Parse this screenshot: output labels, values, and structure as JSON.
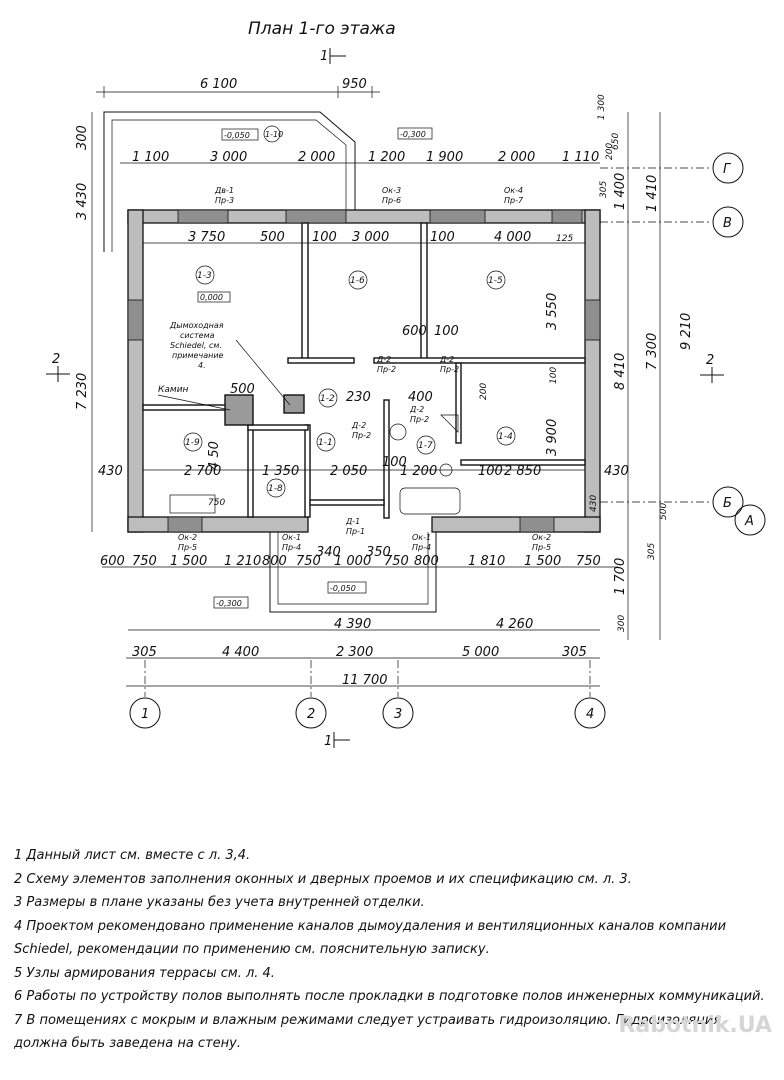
{
  "title": "План 1-го этажа",
  "section_mark": "1",
  "axes": {
    "letters": [
      "Г",
      "В",
      "Б",
      "А"
    ],
    "numbers": [
      "1",
      "2",
      "3",
      "4"
    ],
    "side_mark": "2"
  },
  "top_dims_row1": [
    "6 100",
    "950"
  ],
  "top_dims_row2": [
    "1 100",
    "3 000",
    "2 000",
    "1 200",
    "1 900",
    "2 000",
    "1 110"
  ],
  "top_dims_right": [
    "1 300",
    "650",
    "200"
  ],
  "level_marks": [
    "-0,050",
    "-0,300",
    "0,000",
    "-0,300",
    "-0,050"
  ],
  "terrace_id": "1-10",
  "room_ids": [
    "1-3",
    "1-6",
    "1-5",
    "1-2",
    "1-9",
    "1-1",
    "1-7",
    "1-4",
    "1-8"
  ],
  "room_dims": [
    "3 750",
    "500",
    "100",
    "3 000",
    "100",
    "4 000",
    "125",
    "600",
    "100",
    "3 550",
    "500",
    "230",
    "400",
    "200",
    "100",
    "4 50",
    "2 700",
    "1 350",
    "2 050",
    "100",
    "1 200",
    "100",
    "2 850",
    "3 900",
    "430",
    "430",
    "750",
    "340",
    "350"
  ],
  "openings": [
    {
      "a": "Дв-1",
      "b": "Пр-3"
    },
    {
      "a": "Ок-3",
      "b": "Пр-6"
    },
    {
      "a": "Ок-4",
      "b": "Пр-7"
    },
    {
      "a": "Д-2",
      "b": "Пр-2"
    },
    {
      "a": "Д-2",
      "b": "Пр-2"
    },
    {
      "a": "Д-2",
      "b": "Пр-2"
    },
    {
      "a": "Д-2",
      "b": "Пр-2"
    },
    {
      "a": "Д-1",
      "b": "Пр-1"
    },
    {
      "a": "Ок-2",
      "b": "Пр-5"
    },
    {
      "a": "Ок-1",
      "b": "Пр-4"
    },
    {
      "a": "Ок-1",
      "b": "Пр-4"
    },
    {
      "a": "Ок-2",
      "b": "Пр-5"
    }
  ],
  "chimney_label": [
    "Дымоходная",
    "система",
    "Schiedel, см.",
    "примечание",
    "4."
  ],
  "fireplace_label": "Камин",
  "left_dims": [
    "300",
    "3 430",
    "7 230",
    "430"
  ],
  "right_dims": [
    "1 400",
    "1 410",
    "305",
    "9 210",
    "8 410",
    "7 300",
    "430",
    "305",
    "500",
    "1 700",
    "300"
  ],
  "bottom_dims_row1": [
    "600",
    "750",
    "1 500",
    "1 210",
    "800",
    "750",
    "1 000",
    "750",
    "800",
    "1 810",
    "1 500",
    "750"
  ],
  "bottom_dims_row2": [
    "4 390",
    "4 260"
  ],
  "bottom_dims_row3": [
    "305",
    "4 400",
    "2 300",
    "5 000",
    "305"
  ],
  "total_width": "11 700",
  "notes": [
    "1 Данный лист см. вместе с л. 3,4.",
    "2 Схему элементов заполнения оконных и дверных проемов и их спецификацию см. л. 3.",
    "3 Размеры в плане указаны без учета внутренней отделки.",
    "4 Проектом рекомендовано применение каналов дымоудаления и вентиляционных каналов компании Schiedel, рекомендации по применению см. пояснительную записку.",
    "5 Узлы армирования террасы см. л. 4.",
    "6 Работы по устройству полов выполнять после прокладки в подготовке полов инженерных коммуникаций.",
    "7 В помещениях с мокрым и влажным режимами следует устраивать гидроизоляцию. Гидроизоляция должна быть заведена на стену."
  ],
  "watermark": "Rabotnik.UA"
}
